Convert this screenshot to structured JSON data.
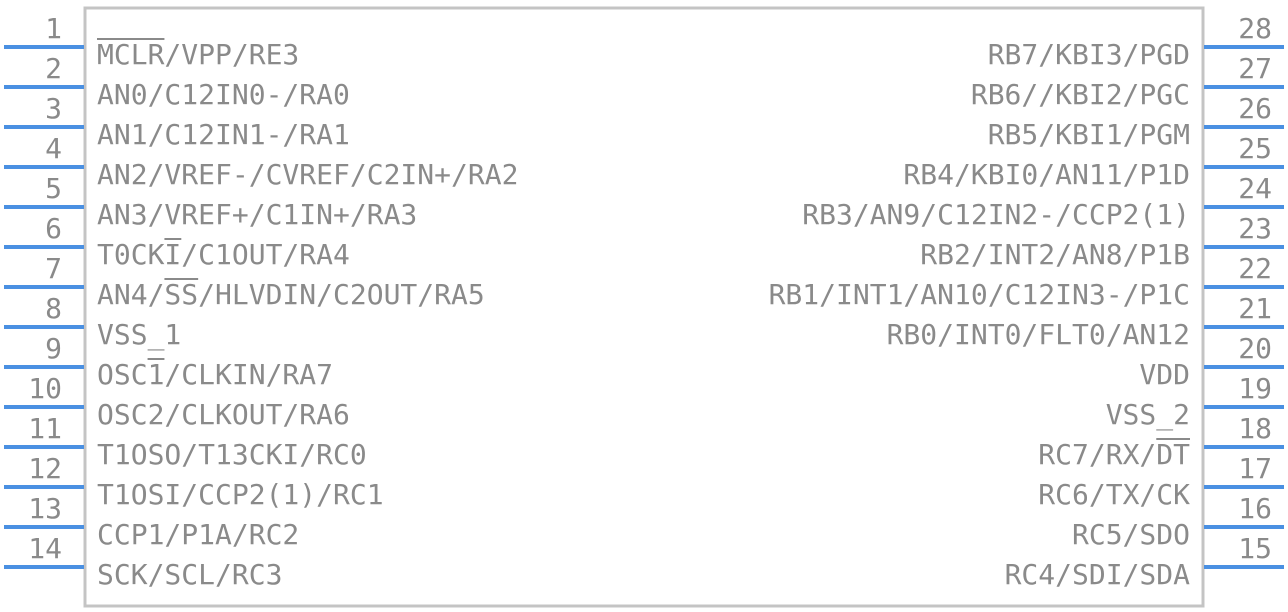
{
  "symbol": {
    "left_pins": [
      {
        "number": "1",
        "label": "MCLR/VPP/RE3"
      },
      {
        "number": "2",
        "label": "AN0/C12IN0-/RA0"
      },
      {
        "number": "3",
        "label": "AN1/C12IN1-/RA1"
      },
      {
        "number": "4",
        "label": "AN2/VREF-/CVREF/C2IN+/RA2"
      },
      {
        "number": "5",
        "label": "AN3/VREF+/C1IN+/RA3"
      },
      {
        "number": "6",
        "label": "T0CKI/C1OUT/RA4"
      },
      {
        "number": "7",
        "label": "AN4/SS/HLVDIN/C2OUT/RA5"
      },
      {
        "number": "8",
        "label": "VSS_1"
      },
      {
        "number": "9",
        "label": "OSC1/CLKIN/RA7"
      },
      {
        "number": "10",
        "label": "OSC2/CLKOUT/RA6"
      },
      {
        "number": "11",
        "label": "T1OSO/T13CKI/RC0"
      },
      {
        "number": "12",
        "label": "T1OSI/CCP2(1)/RC1"
      },
      {
        "number": "13",
        "label": "CCP1/P1A/RC2"
      },
      {
        "number": "14",
        "label": "SCK/SCL/RC3"
      }
    ],
    "right_pins": [
      {
        "number": "28",
        "label": "RB7/KBI3/PGD"
      },
      {
        "number": "27",
        "label": "RB6//KBI2/PGC"
      },
      {
        "number": "26",
        "label": "RB5/KBI1/PGM"
      },
      {
        "number": "25",
        "label": "RB4/KBI0/AN11/P1D"
      },
      {
        "number": "24",
        "label": "RB3/AN9/C12IN2-/CCP2(1)"
      },
      {
        "number": "23",
        "label": "RB2/INT2/AN8/P1B"
      },
      {
        "number": "22",
        "label": "RB1/INT1/AN10/C12IN3-/P1C"
      },
      {
        "number": "21",
        "label": "RB0/INT0/FLT0/AN12"
      },
      {
        "number": "20",
        "label": "VDD"
      },
      {
        "number": "19",
        "label": "VSS_2"
      },
      {
        "number": "18",
        "label": "RC7/RX/DT"
      },
      {
        "number": "17",
        "label": "RC6/TX/CK"
      },
      {
        "number": "16",
        "label": "RC5/SDO"
      },
      {
        "number": "15",
        "label": "RC4/SDI/SDA"
      }
    ]
  },
  "colors": {
    "pin_line": "#4a90e2",
    "body_outline": "#c4c4c4",
    "text": "#8a8a8a"
  }
}
